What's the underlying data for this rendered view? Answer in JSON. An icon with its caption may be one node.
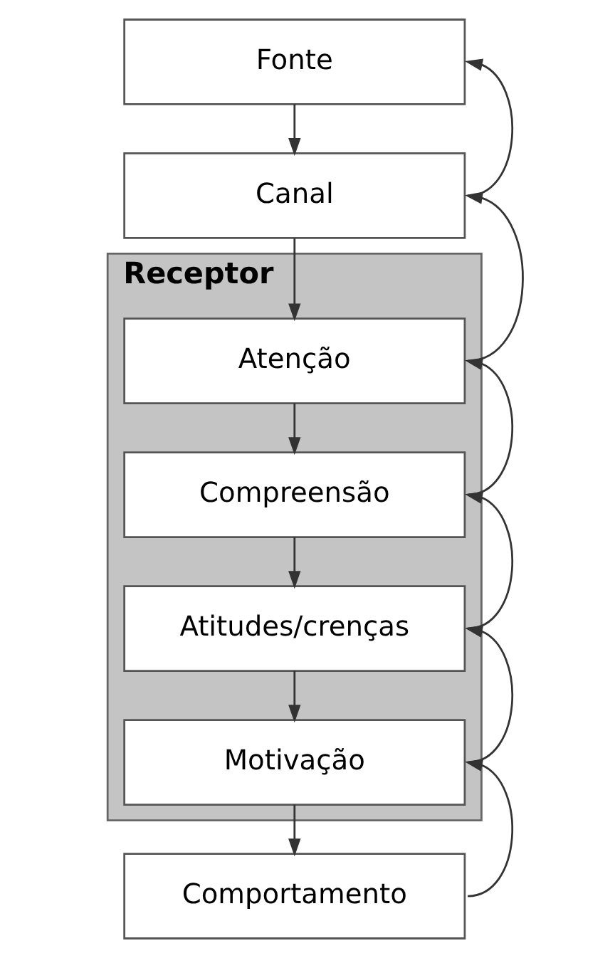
{
  "diagram": {
    "nodes": [
      {
        "text": [
          "Fonte"
        ]
      },
      {
        "text": [
          "Canal"
        ]
      },
      {
        "text": [
          "Receptor"
        ]
      },
      {
        "text": [
          "Atenção"
        ],
        "in": 2
      },
      {
        "text": [
          "Compreensão"
        ],
        "in": 2
      },
      {
        "text": [
          "Atitudes/crenças"
        ],
        "in": 2
      },
      {
        "text": [
          "Motivação"
        ],
        "in": 2
      },
      {
        "text": [
          "Comportamento"
        ]
      }
    ],
    "edges": [
      {
        "from": 0,
        "to": 1,
        "arrow": "to"
      },
      {
        "from": 1,
        "to": 3,
        "arrow": "to"
      },
      {
        "from": 3,
        "to": 4,
        "arrow": "to"
      },
      {
        "from": 4,
        "to": 5,
        "arrow": "to"
      },
      {
        "from": 5,
        "to": 6,
        "arrow": "to"
      },
      {
        "from": 6,
        "to": 7,
        "arrow": "to"
      },
      {
        "from": 7,
        "to": 6,
        "arrow": "to"
      },
      {
        "from": 6,
        "to": 5,
        "arrow": "to"
      },
      {
        "from": 5,
        "to": 4,
        "arrow": "to"
      },
      {
        "from": 4,
        "to": 3,
        "arrow": "to"
      },
      {
        "from": 3,
        "to": 1,
        "arrow": "to"
      },
      {
        "from": 1,
        "to": 0,
        "arrow": "to"
      }
    ]
  }
}
